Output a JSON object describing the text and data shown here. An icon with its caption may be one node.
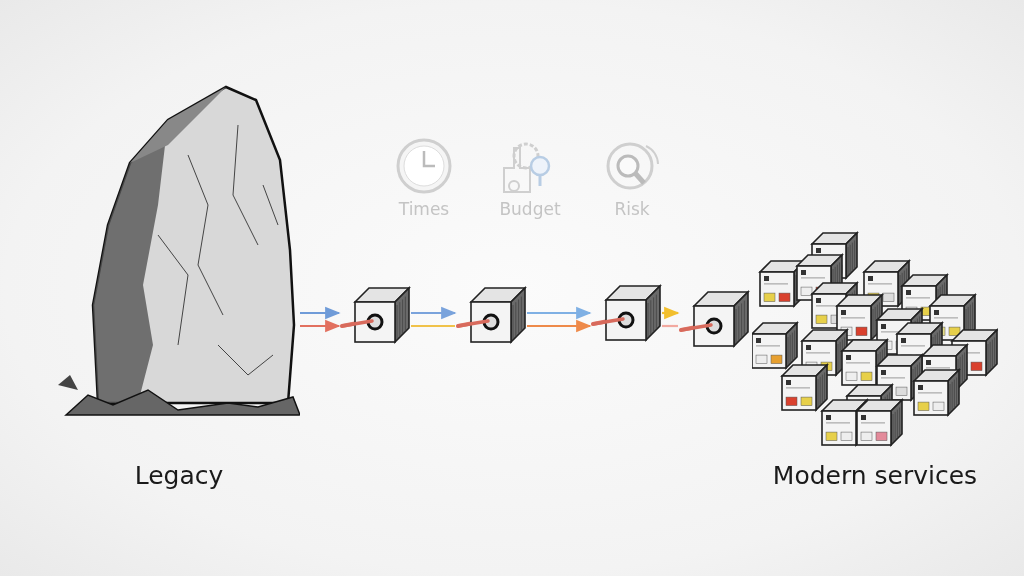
{
  "diagram": {
    "nodes": [
      {
        "text": [
          "Legacy"
        ]
      },
      {
        "text": [],
        "shape": "box"
      },
      {
        "text": [],
        "shape": "box"
      },
      {
        "text": [],
        "shape": "box"
      },
      {
        "text": [],
        "shape": "box"
      },
      {
        "text": [
          "Modern services"
        ]
      }
    ],
    "edges": [
      {
        "from": 0,
        "to": 1,
        "arrow": "to",
        "color": "#6f9bd8"
      },
      {
        "from": 0,
        "to": 1,
        "arrow": "to",
        "color": "#e2705f"
      },
      {
        "from": 1,
        "to": 2,
        "arrow": "to",
        "color": "#7aa3dc"
      },
      {
        "from": 1,
        "to": 2,
        "arrow": "none",
        "color": "#f0c24a"
      },
      {
        "from": 2,
        "to": 3,
        "arrow": "to",
        "color": "#7fb0e4"
      },
      {
        "from": 2,
        "to": 3,
        "arrow": "to",
        "color": "#ee8a4a"
      },
      {
        "from": 3,
        "to": 4,
        "arrow": "to",
        "color": "#f2bf2e"
      },
      {
        "from": 3,
        "to": 4,
        "arrow": "none",
        "color": "#f2a9a0"
      }
    ],
    "labels": [
      "Times",
      "Budget",
      "Risk"
    ]
  }
}
